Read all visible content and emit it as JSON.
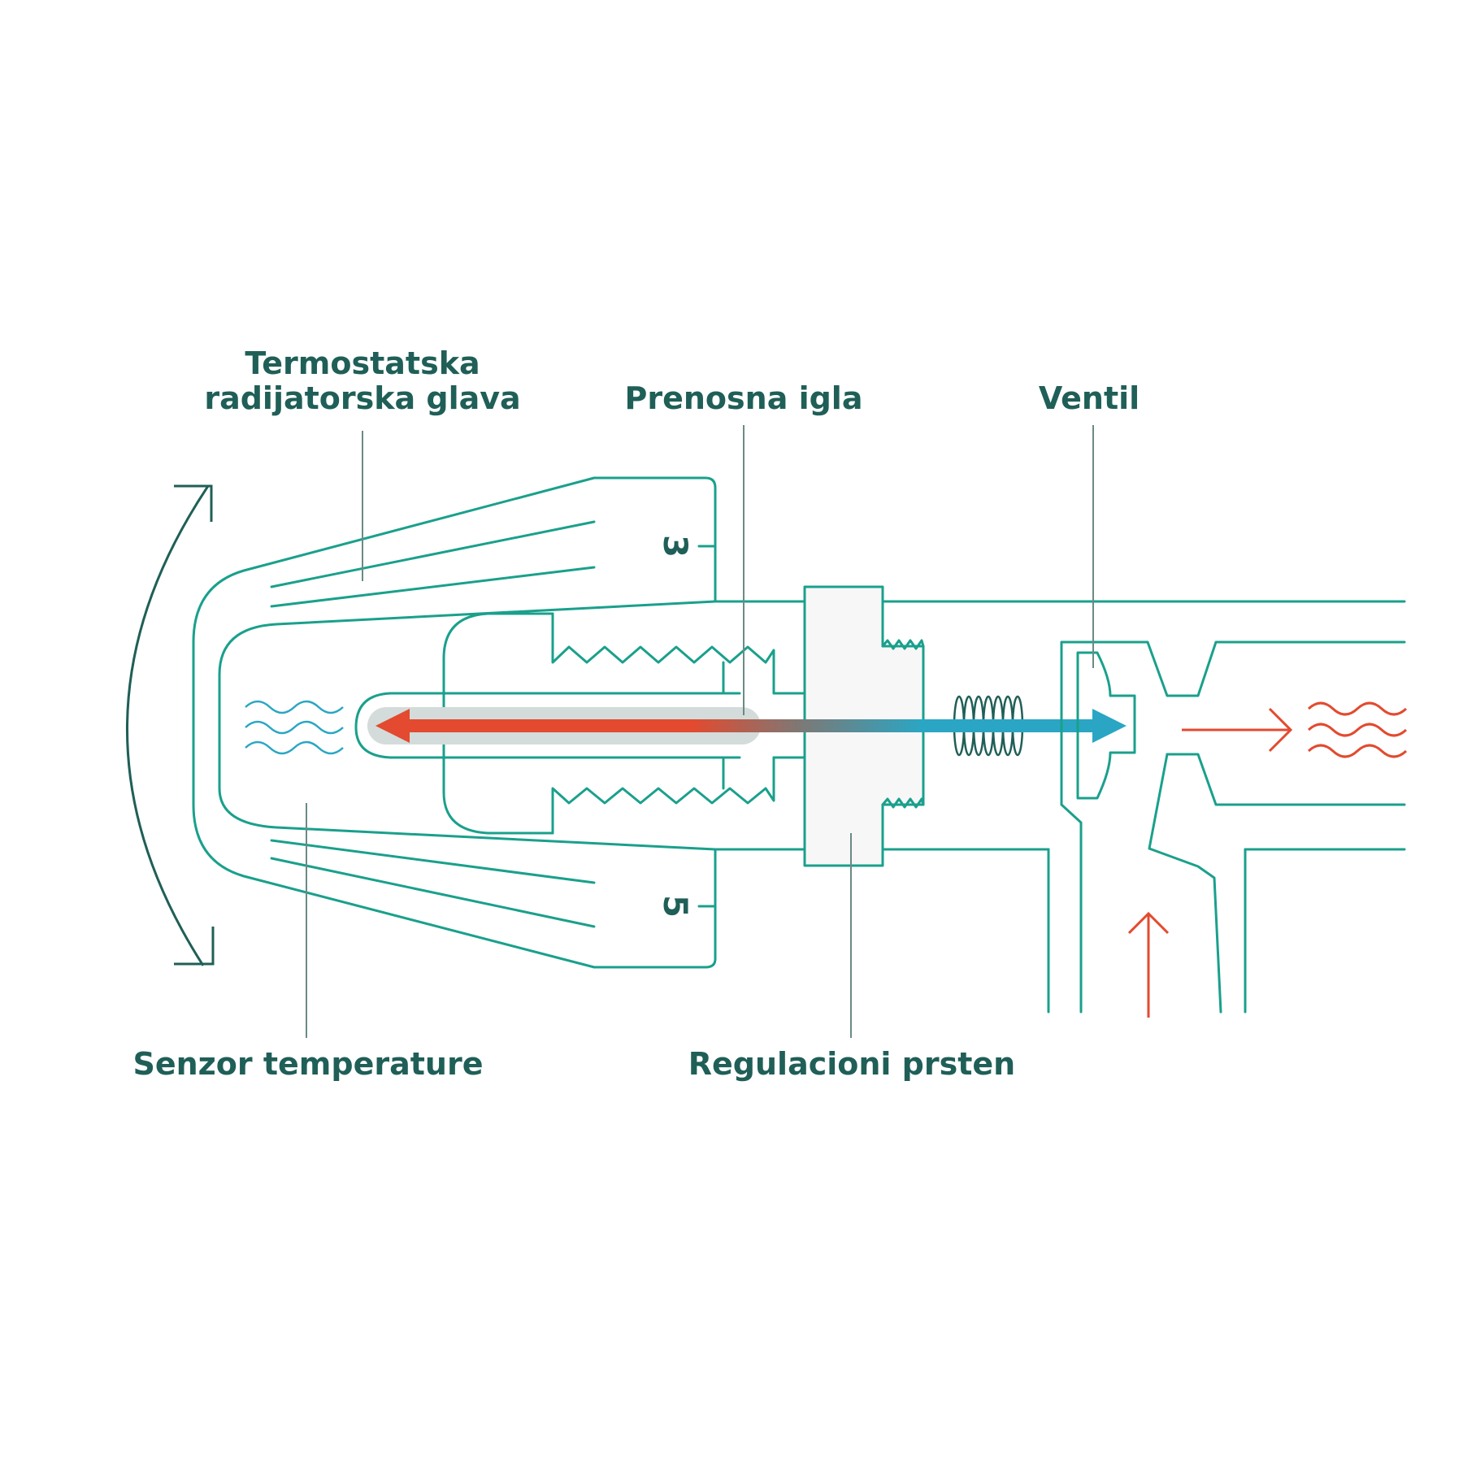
{
  "labels": {
    "head": [
      "Termostatska",
      "radijatorska glava"
    ],
    "pin": "Prenosna igla",
    "valve": "Ventil",
    "sensor": "Senzor temperature",
    "ring": "Regulacioni prsten"
  },
  "dial": {
    "top": "3",
    "bottom": "5"
  },
  "colors": {
    "outline": "#1aa08c",
    "label": "#1f5f57",
    "hot": "#e34a2f",
    "cold": "#2aa6c4",
    "ring_fill": "#f7f7f7",
    "pin_bg": "#d3dcda"
  }
}
